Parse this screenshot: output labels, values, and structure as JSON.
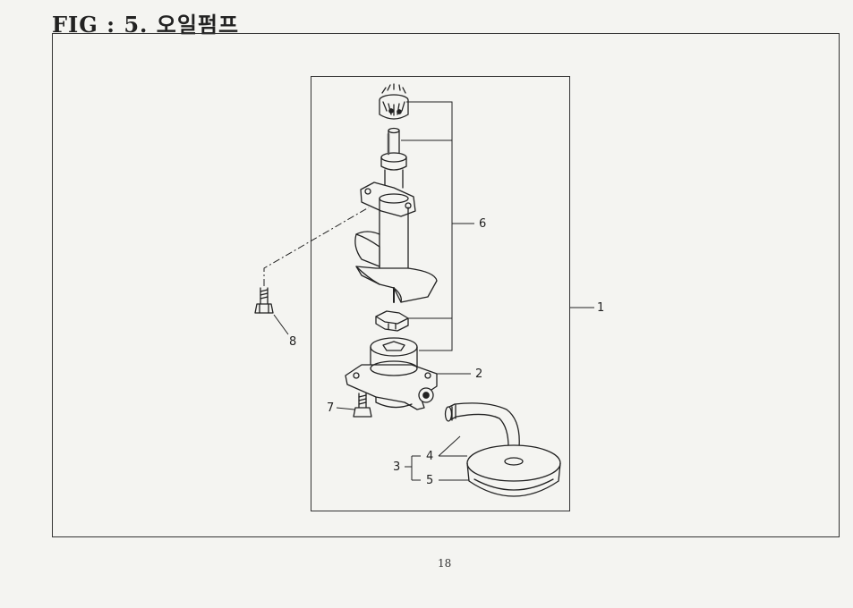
{
  "header": {
    "title": "FIG : 5. 오일펌프"
  },
  "diagram": {
    "callouts": {
      "c1": "1",
      "c2": "2",
      "c3": "3",
      "c4": "4",
      "c5": "5",
      "c6": "6",
      "c7": "7",
      "c8": "8"
    }
  },
  "footer": {
    "page_number": "18"
  }
}
